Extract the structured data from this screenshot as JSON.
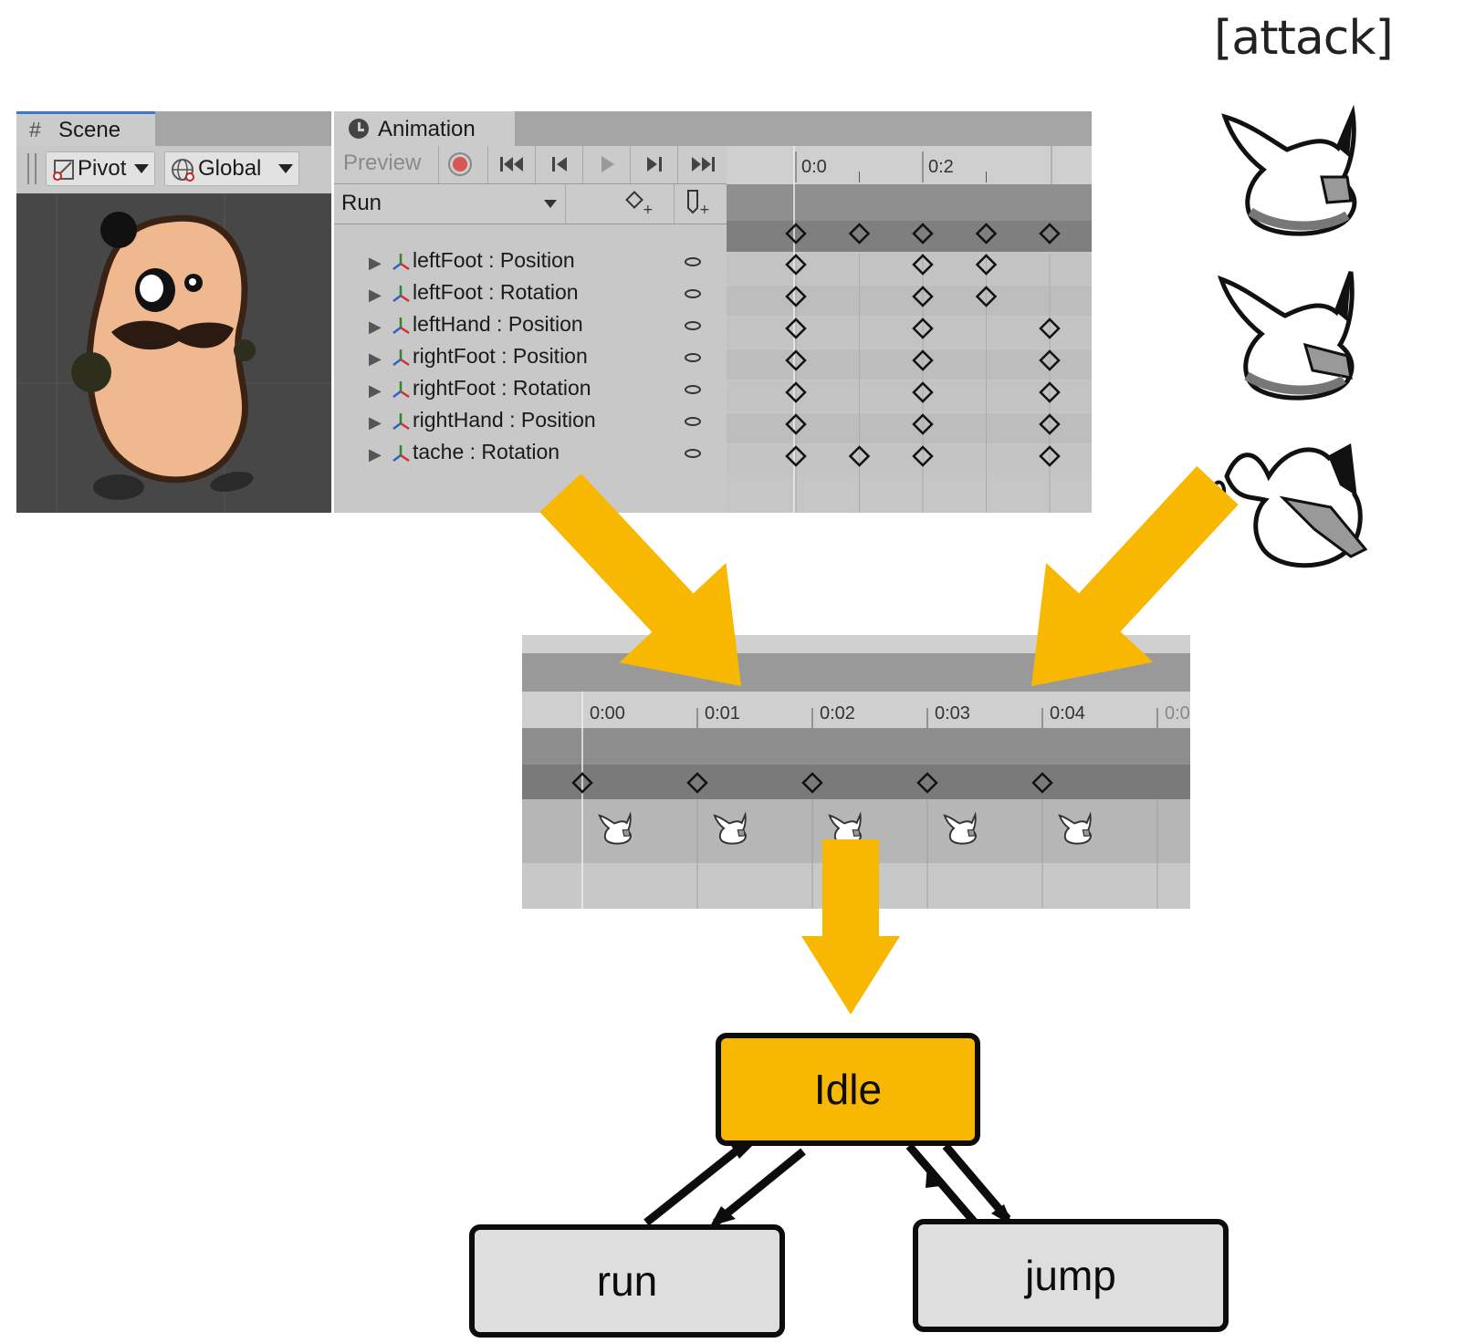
{
  "scene_panel": {
    "tab_label": "Scene",
    "pivot_label": "Pivot",
    "global_label": "Global"
  },
  "animation_panel": {
    "tab_label": "Animation",
    "preview_label": "Preview",
    "clip_name": "Run",
    "time_labels": [
      "0:0",
      "0:2"
    ],
    "properties": [
      {
        "label": "leftFoot : Position",
        "keys": [
          0,
          2,
          3
        ]
      },
      {
        "label": "leftFoot : Rotation",
        "keys": [
          0,
          2,
          3
        ]
      },
      {
        "label": "leftHand : Position",
        "keys": [
          0,
          2,
          4
        ]
      },
      {
        "label": "rightFoot : Position",
        "keys": [
          0,
          2,
          4
        ]
      },
      {
        "label": "rightFoot : Rotation",
        "keys": [
          0,
          2,
          4
        ]
      },
      {
        "label": "rightHand : Position",
        "keys": [
          0,
          2,
          4
        ]
      },
      {
        "label": "tache : Rotation",
        "keys": [
          0,
          1,
          2,
          4
        ]
      }
    ],
    "summary_keys": [
      0,
      1,
      2,
      3,
      4
    ]
  },
  "sprite_sheet": {
    "label": "[attack]"
  },
  "sprite_timeline": {
    "time_labels": [
      "0:00",
      "0:01",
      "0:02",
      "0:03",
      "0:04",
      "0:0"
    ],
    "keyframes": [
      0,
      1,
      2,
      3,
      4
    ]
  },
  "state_machine": {
    "nodes": {
      "idle": "Idle",
      "run": "run",
      "jump": "jump"
    },
    "highlight_color": "#f8b700"
  },
  "colors": {
    "arrow": "#f8b700"
  }
}
